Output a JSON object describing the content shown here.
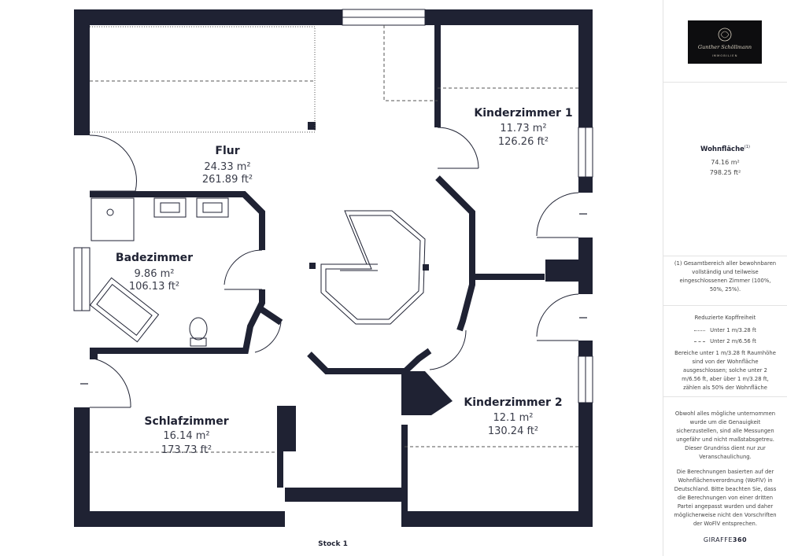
{
  "floor_label": "Stock 1",
  "rooms": {
    "flur": {
      "name": "Flur",
      "area_m2": "24.33 m²",
      "area_ft2": "261.89 ft²"
    },
    "badezimmer": {
      "name": "Badezimmer",
      "area_m2": "9.86 m²",
      "area_ft2": "106.13 ft²"
    },
    "kinderzimmer1": {
      "name": "Kinderzimmer 1",
      "area_m2": "11.73 m²",
      "area_ft2": "126.26 ft²"
    },
    "kinderzimmer2": {
      "name": "Kinderzimmer 2",
      "area_m2": "12.1 m²",
      "area_ft2": "130.24 ft²"
    },
    "schlafzimmer": {
      "name": "Schlafzimmer",
      "area_m2": "16.14 m²",
      "area_ft2": "173.73 ft²"
    }
  },
  "sidebar": {
    "logo_script": "Gunther Schöllmann",
    "logo_sub": "IMMOBILIEN",
    "wohnflaeche_title": "Wohnfläche",
    "wohnflaeche_footnote_mark": "(1)",
    "wohnflaeche_m2": "74.16 m²",
    "wohnflaeche_ft2": "798.25 ft²",
    "footnote": "(1) Gesamtbereich aller bewohnbaren vollständig und teilweise eingeschlossenen Zimmer (100%, 50%, 25%).",
    "reduced_title": "Reduzierte Kopffreiheit",
    "legend_under1": "Unter 1 m/3.28 ft",
    "legend_under2": "Unter 2 m/6.56 ft",
    "reduced_text": "Bereiche unter 1 m/3.28 ft Raumhöhe sind von der Wohnfläche ausgeschlossen; solche unter 2 m/6.56 ft, aber über 1 m/3.28 ft, zählen als 50% der Wohnfläche",
    "disclaimer_1": "Obwohl alles mögliche unternommen wurde um die Genauigkeit sicherzustellen, sind alle Messungen ungefähr und nicht maßstabsgetreu. Dieser Grundriss dient nur zur Veranschaulichung.",
    "disclaimer_2": "Die Berechnungen basierten auf der Wohnflächenverordnung (WoFlV) in Deutschland. Bitte beachten Sie, dass die Berechnungen von einer dritten Partei angepasst wurden und daher möglicherweise nicht den Vorschriften der WoFlV entsprechen.",
    "brand_light": "GIRAFFE",
    "brand_bold": "360"
  },
  "colors": {
    "wall": "#1f2233",
    "background": "#ffffff",
    "text": "#1f2233"
  },
  "icons": [
    "exit-arrow-icon",
    "logo-icon"
  ]
}
